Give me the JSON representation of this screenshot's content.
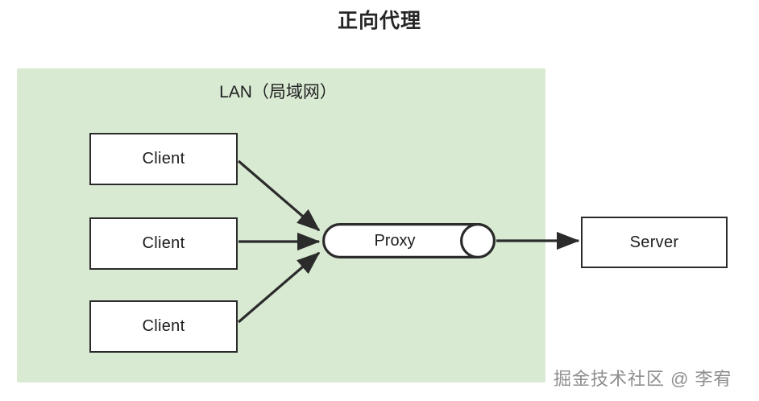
{
  "title": "正向代理",
  "lan": {
    "label": "LAN（局域网）",
    "fill_color": "#d9ead3"
  },
  "nodes": {
    "clients": [
      {
        "label": "Client"
      },
      {
        "label": "Client"
      },
      {
        "label": "Client"
      }
    ],
    "proxy": {
      "label": "Proxy"
    },
    "server": {
      "label": "Server"
    }
  },
  "edges": [
    {
      "from": "client-1",
      "to": "proxy",
      "style": "arrow"
    },
    {
      "from": "client-2",
      "to": "proxy",
      "style": "arrow"
    },
    {
      "from": "client-3",
      "to": "proxy",
      "style": "arrow"
    },
    {
      "from": "proxy",
      "to": "server",
      "style": "arrow"
    }
  ],
  "watermark": "掘金技术社区 @ 李宥",
  "colors": {
    "stroke": "#2b2b2b",
    "node_fill": "#ffffff",
    "panel_fill": "#d9ead3",
    "text": "#1d1d1d",
    "watermark": "#8d8d8d"
  }
}
